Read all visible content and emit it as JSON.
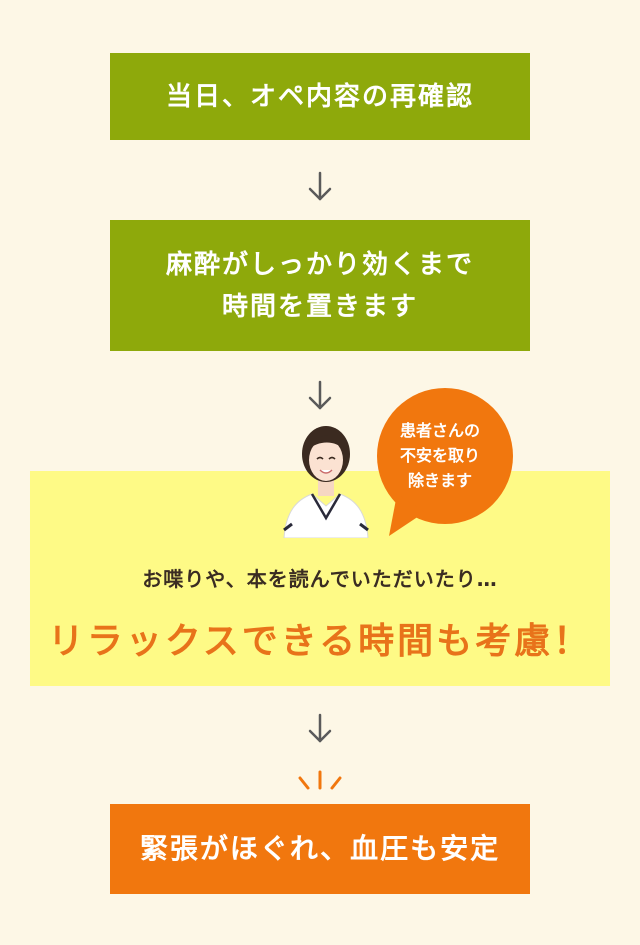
{
  "steps": [
    {
      "lines": [
        "当日、オペ内容の再確認"
      ]
    },
    {
      "lines": [
        "麻酔がしっかり効くまで",
        "時間を置きます"
      ]
    },
    {
      "lines": [
        "緊張がほぐれ、血圧も安定"
      ]
    }
  ],
  "relax_panel": {
    "bubble_lines": [
      "患者さんの",
      "不安を取り",
      "除きます"
    ],
    "subtitle": "お喋りや、本を読んでいただいたり…",
    "headline": "リラックスできる時間も考慮！"
  },
  "colors": {
    "green": "#8ea90b",
    "orange": "#f1770e",
    "yellow": "#fefa86",
    "background": "#fdf7e6",
    "arrow": "#5a5a5a",
    "headline": "#e8731a"
  },
  "icons": [
    "arrow-down-icon",
    "nurse-illustration",
    "sparkle-icon"
  ]
}
